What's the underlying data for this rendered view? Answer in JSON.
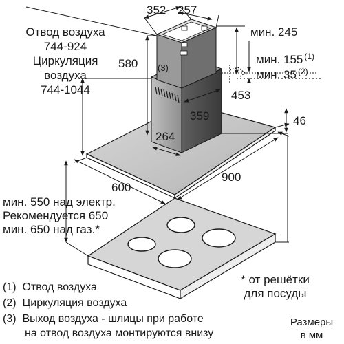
{
  "dimensions": {
    "chimney_width": "352",
    "chimney_depth": "257",
    "min_top": "мин. 245",
    "chimney_height": "580",
    "min_155": "мин. 155",
    "min_155_ref": "(1)",
    "min_35": "мин. 35",
    "min_35_ref": "(2)",
    "depth_453": "453",
    "depth_359": "359",
    "width_264": "264",
    "thickness": "46",
    "hood_depth": "600",
    "hood_width": "900",
    "vent_ref": "(3)"
  },
  "labels": {
    "exhaust_title": "Отвод воздуха",
    "exhaust_range": "744-924",
    "recirc_title_1": "Циркуляция",
    "recirc_title_2": "воздуха",
    "recirc_range": "744-1044",
    "min_electric": "мин. 550 над электр.",
    "recommended": "Рекомендуется 650",
    "min_gas": "мин. 650 над газ.*",
    "grate_note_1": "* от решётки",
    "grate_note_2": "для посуды",
    "units_1": "Размеры",
    "units_2": "в мм"
  },
  "legend": [
    {
      "num": "(1)",
      "text": "Отвод воздуха"
    },
    {
      "num": "(2)",
      "text": "Циркуляция воздуха"
    },
    {
      "num": "(3)",
      "text": "Выход воздуха - шлицы при работе"
    },
    {
      "num": "",
      "text": "на отвод воздуха монтируются внизу"
    }
  ]
}
